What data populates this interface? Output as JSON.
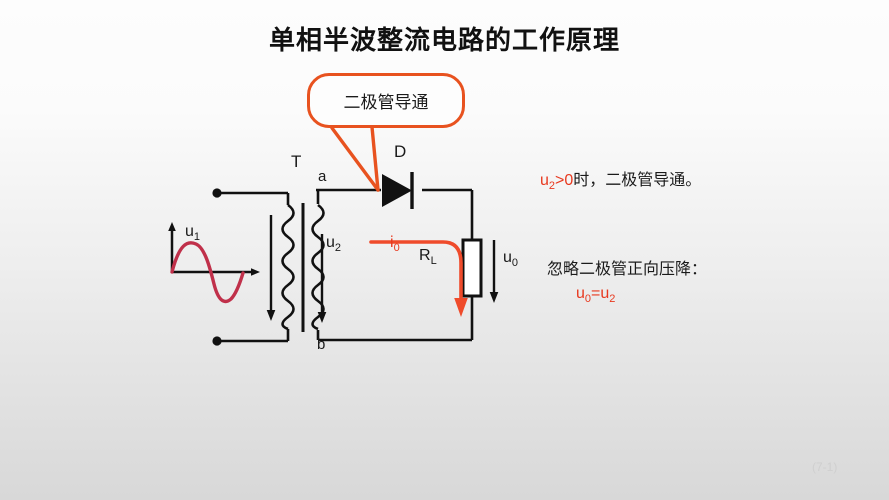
{
  "slide": {
    "title": "单相半波整流电路的工作原理",
    "watermark": "(7-1)"
  },
  "callout": {
    "label": "二极管导通",
    "border_color": "#e8521f"
  },
  "circuit": {
    "transformer_label": "T",
    "node_a_label": "a",
    "node_b_label": "b",
    "diode_label": "D",
    "primary_voltage_label": "u",
    "primary_voltage_sub": "1",
    "secondary_voltage_label": "u",
    "secondary_voltage_sub": "2",
    "output_voltage_label": "u",
    "output_voltage_sub": "0",
    "current_label": "i",
    "current_sub": "0",
    "load_label": "R",
    "load_sub": "L",
    "wire_color": "#111111",
    "current_color": "#e8391f",
    "waveform_color": "#c0304a"
  },
  "notes": {
    "condition_highlight": "u",
    "condition_highlight_sub": "2",
    "condition_highlight_tail": ">0",
    "condition_rest": "时，二极管导通。",
    "assumption": "忽略二极管正向压降：",
    "result_left": "u",
    "result_left_sub": "0",
    "result_mid": "=u",
    "result_right_sub": "2"
  }
}
